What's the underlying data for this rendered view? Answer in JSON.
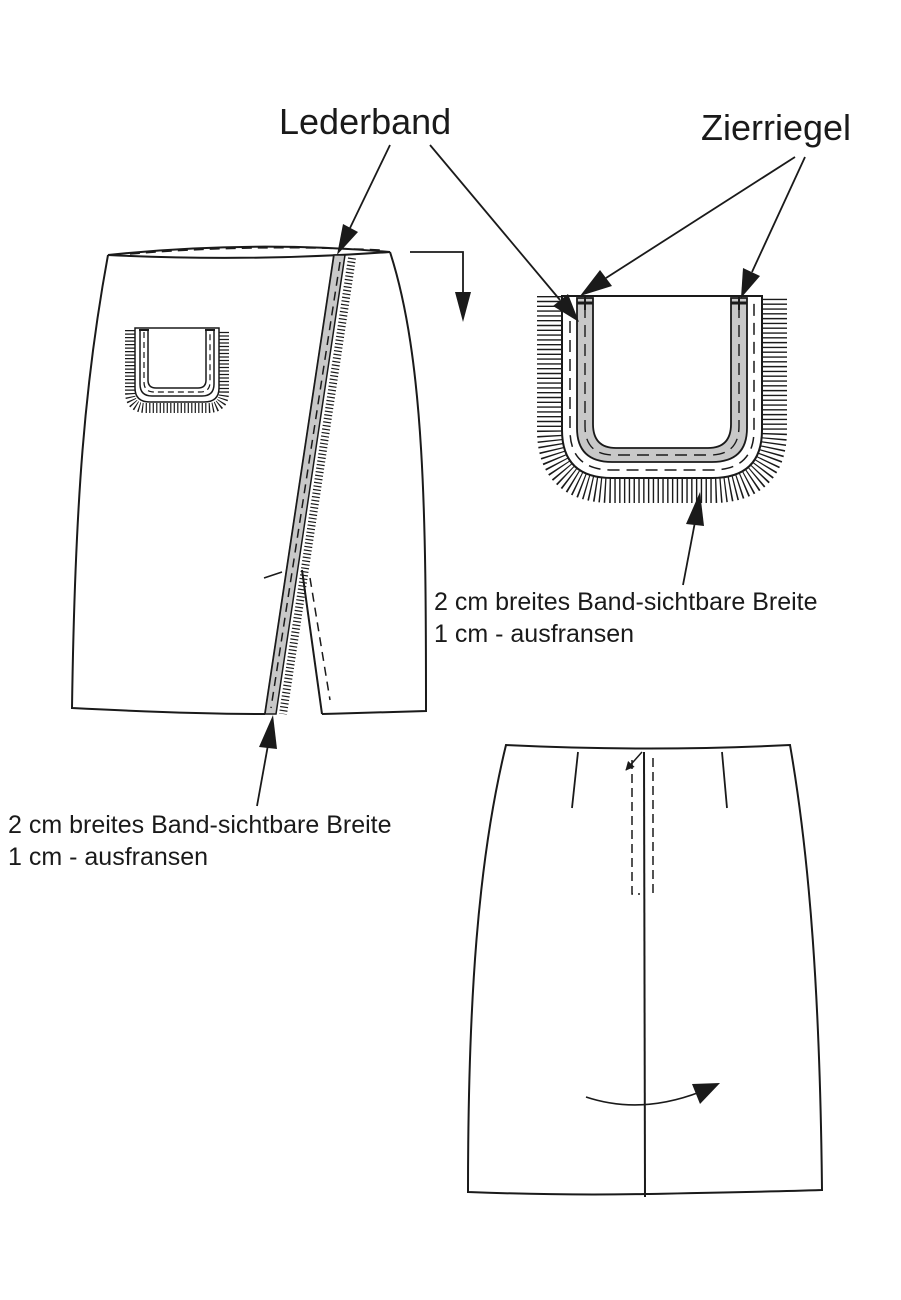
{
  "labels": {
    "lederband": "Lederband",
    "zierriegel": "Zierriegel",
    "pocket_note_line1": "2 cm breites Band-sichtbare Breite",
    "pocket_note_line2": "1 cm - ausfransen",
    "slit_note_line1": "2 cm breites Band-sichtbare Breite",
    "slit_note_line2": "1 cm - ausfransen"
  },
  "colors": {
    "ink": "#1a1a1a",
    "band_fill": "#c8c8c8",
    "paper": "#ffffff"
  }
}
